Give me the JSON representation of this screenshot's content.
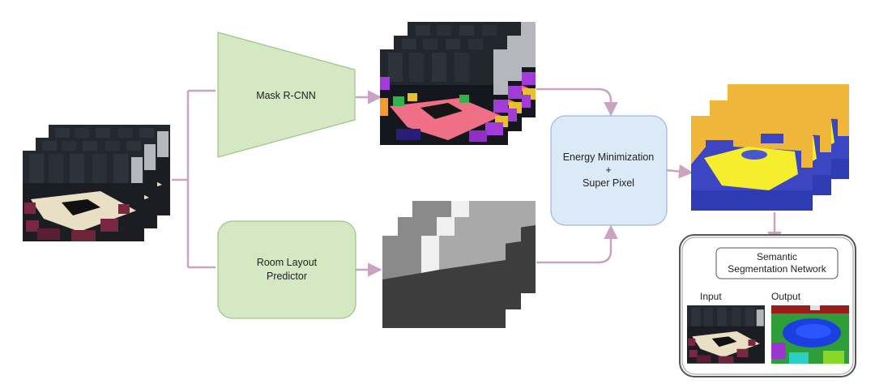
{
  "nodes": {
    "mask_rcnn": "Mask R-CNN",
    "room_layout": [
      "Room Layout",
      "Predictor"
    ],
    "energy": [
      "Energy Minimization",
      "+",
      "Super Pixel"
    ],
    "semantic_net": [
      "Semantic",
      "Segmentation Network"
    ],
    "input_label": "Input",
    "output_label": "Output"
  },
  "colors": {
    "connector": "#c9a3c0",
    "green_box_fill": "#d5e8c4",
    "green_box_stroke": "#9dc48a",
    "blue_box_fill": "#dce9f7",
    "blue_box_stroke": "#9ab8de",
    "seg_orange": "#f0b63a",
    "seg_yellow": "#f4ee2c",
    "seg_blue": "#3c45c2",
    "mask_pink": "#ef6f86",
    "mask_purple": "#a23cd8"
  }
}
